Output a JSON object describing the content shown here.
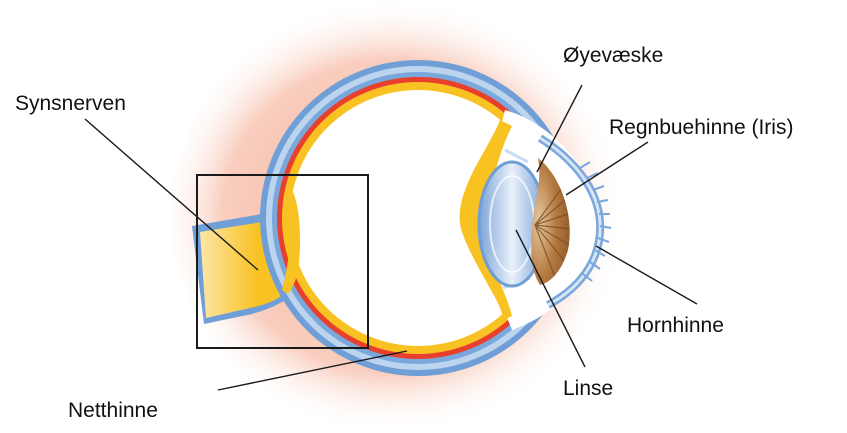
{
  "labels": {
    "optic_nerve": "Synsnerven",
    "aqueous_humor": "Øyevæske",
    "iris": "Regnbuehinne (Iris)",
    "cornea": "Hornhinne",
    "lens": "Linse",
    "retina": "Netthinne"
  },
  "colors": {
    "glow": "#f4a48a",
    "sclera": "#6f9fd6",
    "sclera_light": "#bcd4ee",
    "choroid": "#e8402c",
    "retina_fill": "#f8c223",
    "iris": "#a8703a",
    "lens": "#8fb2de",
    "line": "#1a1a1a"
  }
}
